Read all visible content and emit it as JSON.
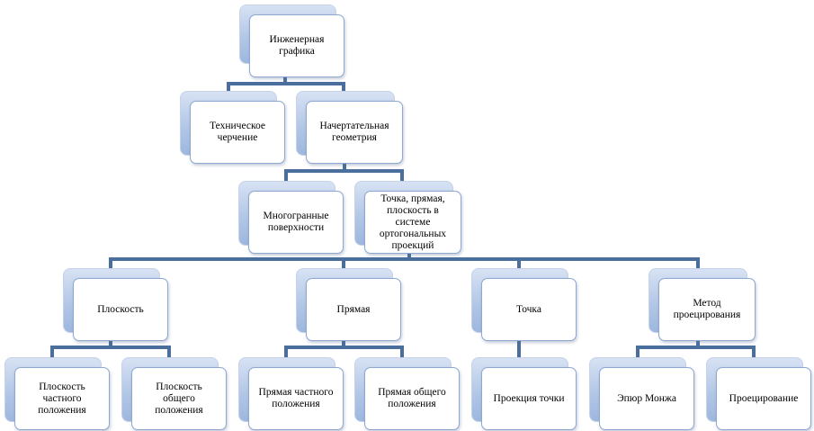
{
  "colors": {
    "connector": "#4a6f9c",
    "card_border": "#8ea8d4",
    "card_back": "#b3c7e6"
  },
  "nodes": {
    "root": "Инженерная\nграфика",
    "tech_drawing": "Техническое\nчерчение",
    "descriptive_geometry": "Начертательная\nгеометрия",
    "polyhedral_surfaces": "Многогранные\nповерхности",
    "point_line_plane": "Точка, прямая,\nплоскость в\nсистеме\nортогональных\nпроекций",
    "plane": "Плоскость",
    "line": "Прямая",
    "point": "Точка",
    "projection_method": "Метод\nпроецирования",
    "plane_particular": "Плоскость\nчастного\nположения",
    "plane_general": "Плоскость\nобщего\nположения",
    "line_particular": "Прямая частного\nположения",
    "line_general": "Прямая общего\nположения",
    "point_projection": "Проекция точки",
    "monge_diagram": "Эпюр Монжа",
    "projecting": "Проецирование"
  }
}
